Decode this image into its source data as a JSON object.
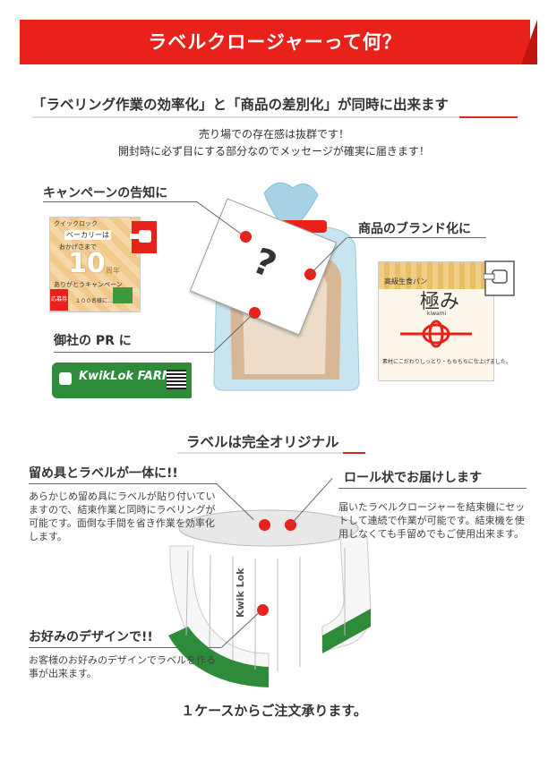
{
  "banner": {
    "title": "ラベルクロージャーって何？"
  },
  "section1": {
    "heading": "「ラベリング作業の効率化」と「商品の差別化」が同時に出来ます",
    "line1": "売り場での存在感は抜群です！",
    "line2": "開封時に必ず目にする部分なのでメッセージが確実に届きます！",
    "callout_campaign": "キャンペーンの告知に",
    "callout_brand": "商品のブランド化に",
    "callout_pr": "御社の PR に",
    "question_mark": "?"
  },
  "campaign_label": {
    "line1": "クイックロック",
    "line2": "ベーカリーは",
    "line3": "おかげさまで",
    "big": "10",
    "unit": "周年",
    "line4": "ありがとうキャンペーン",
    "foot": "１００名様に…",
    "stamp": "応募券"
  },
  "brand_label": {
    "small": "高級生食パン",
    "name": "極み",
    "romaji": "kiwami",
    "foot": "素材にこだわりしっとり・もちもちに仕上げました。"
  },
  "pr_label": {
    "text": "KwikLok FARM"
  },
  "section2": {
    "heading": "ラベルは完全オリジナル",
    "callout_integrated": "留め具とラベルが一体に!!",
    "para_integrated": "あらかじめ留め具にラベルが貼り付いていますので、結束作業と同時にラベリングが可能です。面倒な手間を省き作業を効率化します。",
    "callout_roll": "ロール状でお届けします",
    "para_roll": "届いたラベルクロージャーを結束機にセットして連続で作業が可能です。結束機を使用しなくても手留めでもご使用出来ます。",
    "callout_design": "お好みのデザインで!!",
    "para_design": "お客様のお好みのデザインでラベルを作る事が出来ます。",
    "roll_label_text": "Kwik Lok"
  },
  "footer": {
    "order_text": "１ケースからご注文承ります。"
  },
  "colors": {
    "accent": "#e8221b",
    "green": "#2e8b3a",
    "bag": "#bfe0ee"
  }
}
